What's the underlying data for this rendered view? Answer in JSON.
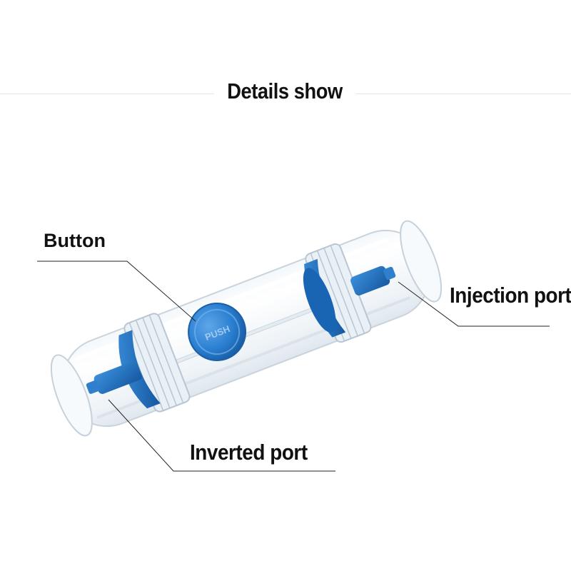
{
  "header": {
    "title": "Details show"
  },
  "callouts": {
    "button": "Button",
    "injection_port": "Injection port",
    "inverted_port": "Inverted port"
  },
  "product": {
    "push_text": "PUSH"
  },
  "colors": {
    "accent_blue": "#1e73c8",
    "text": "#111111",
    "rule": "#e6e6e6"
  }
}
